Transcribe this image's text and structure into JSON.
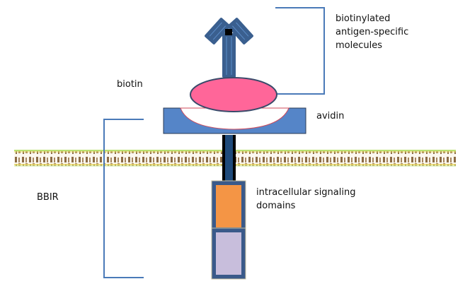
{
  "diagram": {
    "title": "BBIR schematic",
    "labels": {
      "antigen_molecules": [
        "biotinylated",
        "antigen-specific",
        "molecules"
      ],
      "biotin": "biotin",
      "avidin": "avidin",
      "bbir": "BBIR",
      "signaling": [
        "intracellular signaling",
        "domains"
      ]
    },
    "components": [
      {
        "id": "antibody",
        "name": "biotinylated antigen-specific molecule",
        "shape": "Y-shaped antibody",
        "color": "#3a5f8f"
      },
      {
        "id": "biotin",
        "name": "biotin",
        "shape": "ellipse",
        "color": "#ff6699"
      },
      {
        "id": "avidin",
        "name": "avidin",
        "shape": "rectangle with cradle",
        "color": "#5585c8"
      },
      {
        "id": "transmembrane",
        "name": "transmembrane linker",
        "shape": "vertical bar",
        "color": "#1f4a7a"
      },
      {
        "id": "membrane",
        "name": "cell membrane",
        "shape": "lipid bilayer band"
      },
      {
        "id": "signaling-domain-1",
        "name": "intracellular signaling domain 1",
        "shape": "rectangle",
        "color": "#f49545"
      },
      {
        "id": "signaling-domain-2",
        "name": "intracellular signaling domain 2",
        "shape": "rectangle",
        "color": "#c8bedc"
      }
    ],
    "colors": {
      "bracket": "#4a7ab8",
      "antibody": "#3a5f8f",
      "antibody_stripe": "#5b8cc8",
      "biotin": "#ff6699",
      "avidin": "#5585c8",
      "linker": "#1f4a7a",
      "domain_border": "#3a5a8a",
      "domain_1": "#f49545",
      "domain_2": "#c8bedc",
      "membrane_head": "#c8b89a",
      "membrane_tail": "#8b6b45",
      "membrane_edge": "#b8e070"
    }
  }
}
